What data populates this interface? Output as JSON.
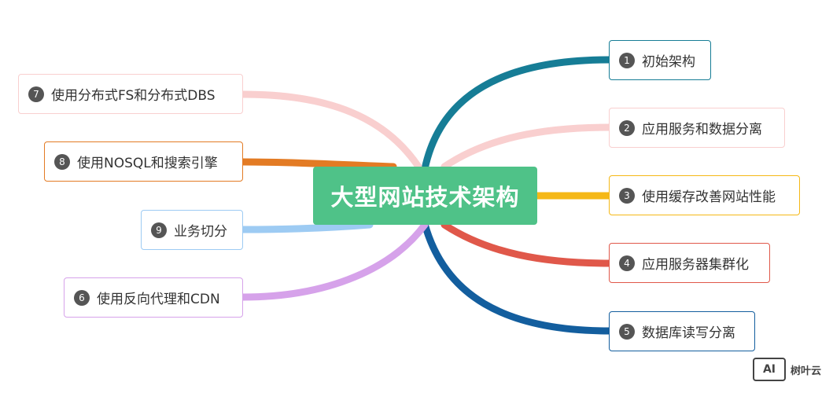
{
  "center": {
    "label": "大型网站技术架构",
    "color": "#4fc288"
  },
  "branches": [
    {
      "num": "1",
      "label": "初始架构",
      "color": "#167d96"
    },
    {
      "num": "2",
      "label": "应用服务和数据分离",
      "color": "#f9cfcf"
    },
    {
      "num": "3",
      "label": "使用缓存改善网站性能",
      "color": "#f5b816"
    },
    {
      "num": "4",
      "label": "应用服务器集群化",
      "color": "#e0584a"
    },
    {
      "num": "5",
      "label": "数据库读写分离",
      "color": "#135e9e"
    },
    {
      "num": "6",
      "label": "使用反向代理和CDN",
      "color": "#d6a2ea"
    },
    {
      "num": "7",
      "label": "使用分布式FS和分布式DBS",
      "color": "#f9cfcf"
    },
    {
      "num": "8",
      "label": "使用NOSQL和搜索引擎",
      "color": "#e37b24"
    },
    {
      "num": "9",
      "label": "业务切分",
      "color": "#9dcbf3"
    }
  ],
  "watermark": {
    "logo_text": "AI",
    "brand": "树叶云"
  }
}
